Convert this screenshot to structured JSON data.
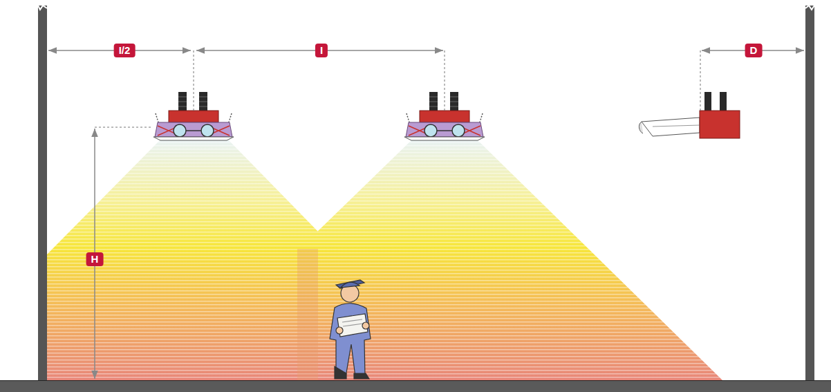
{
  "diagram": {
    "labels": [
      "I/2",
      "I",
      "H",
      "D"
    ]
  }
}
